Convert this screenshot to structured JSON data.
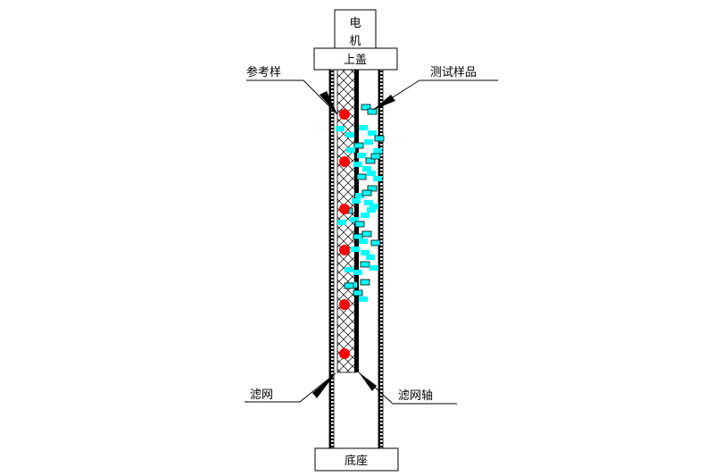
{
  "diagram": {
    "motor_label_line1": "电",
    "motor_label_line2": "机",
    "top_cover_label": "上盖",
    "base_label": "底座",
    "callouts": {
      "reference_sample": "参考样",
      "test_sample": "测试样品",
      "filter_screen": "滤网",
      "filter_shaft": "滤网轴"
    },
    "colors": {
      "reference_sample": "#ff0000",
      "test_sample": "#00ffff",
      "line": "#000000"
    }
  }
}
